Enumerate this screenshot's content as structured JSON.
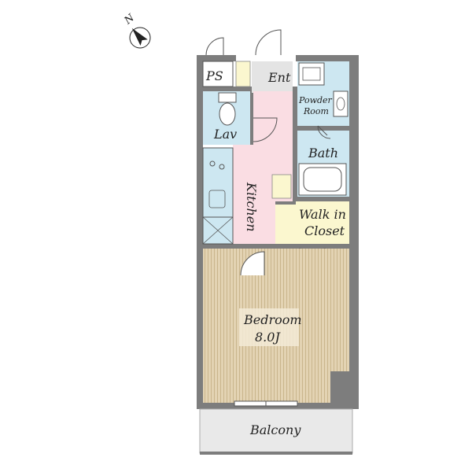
{
  "compass": {
    "label": "N",
    "icon": "north-arrow-icon"
  },
  "rooms": {
    "ps": "PS",
    "entrance": "Ent",
    "powder_room": [
      "Powder",
      "Room"
    ],
    "lavatory": "Lav",
    "bath": "Bath",
    "kitchen": "Kitchen",
    "walk_in_closet": [
      "Walk in",
      "Closet"
    ],
    "bedroom": [
      "Bedroom",
      "8.0J"
    ],
    "balcony": "Balcony"
  },
  "colors": {
    "wall": "#7d7d7d",
    "wet_area": "#cde7f1",
    "kitchen": "#fadde3",
    "closet": "#fbf7cf",
    "bedroom": "#e3d3b3",
    "balcony": "#e9e9e9",
    "entrance": "#e4e4e4"
  }
}
